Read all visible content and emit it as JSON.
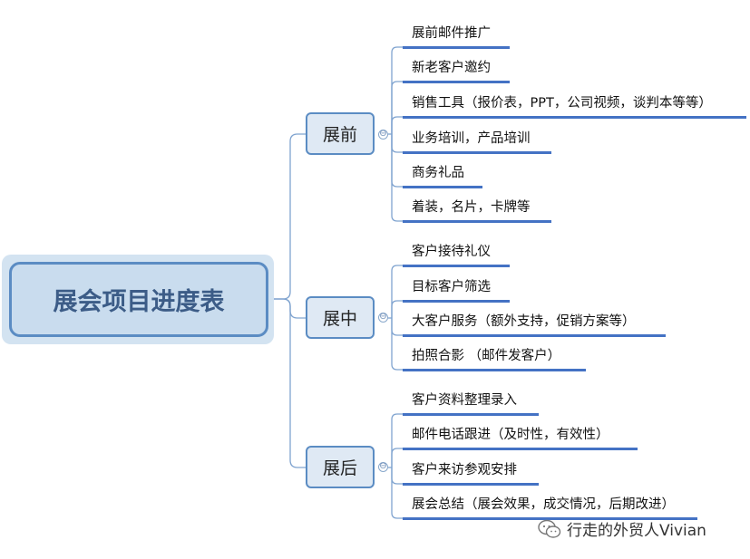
{
  "root": {
    "label": "展会项目进度表"
  },
  "stages": [
    {
      "label": "展前",
      "items": [
        "展前邮件推广",
        "新老客户邀约",
        "销售工具（报价表，PPT，公司视频，谈判本等等）",
        "业务培训，产品培训",
        "商务礼品",
        "着装，名片，卡牌等"
      ]
    },
    {
      "label": "展中",
      "items": [
        "客户接待礼仪",
        "目标客户筛选",
        "大客户服务（额外支持，促销方案等）",
        "拍照合影 （邮件发客户）"
      ]
    },
    {
      "label": "展后",
      "items": [
        "客户资料整理录入",
        "邮件电话跟进（及时性，有效性）",
        "客户来访参观安排",
        "展会总结（展会效果，成交情况，后期改进）"
      ]
    }
  ],
  "collapse_symbol": "⊖",
  "watermark": {
    "icon": "wechat-icon",
    "text": "行走的外贸人Vivian"
  },
  "colors": {
    "line": "#4472c4",
    "connector": "#7fa3cf",
    "stage_border": "#5b8cc3",
    "root_text": "#3c5c87"
  }
}
